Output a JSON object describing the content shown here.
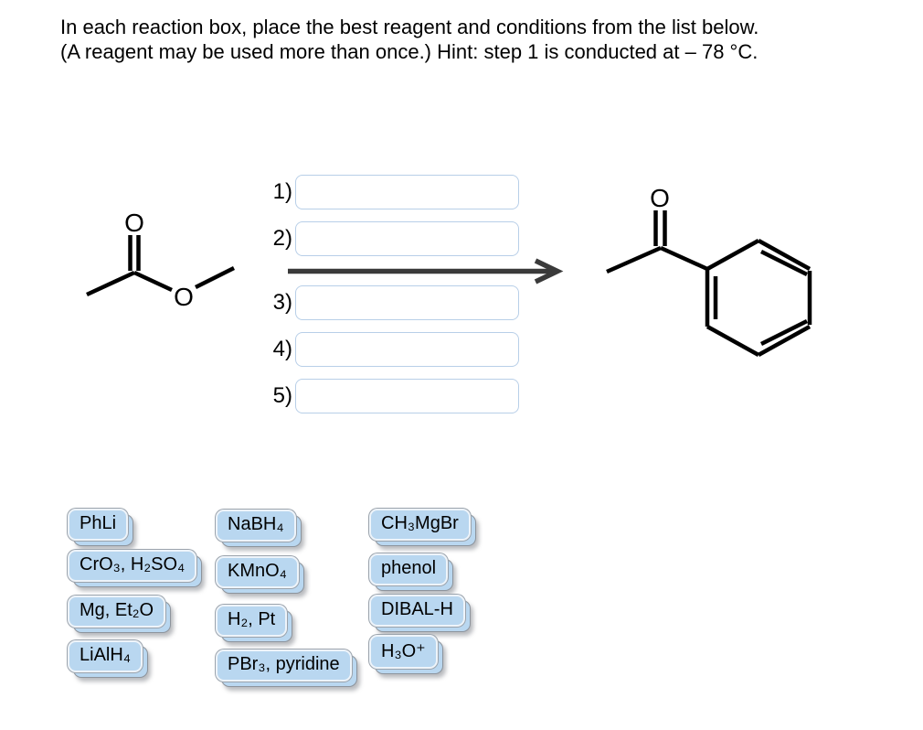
{
  "title": {
    "line1": "In each reaction box, place the best reagent and conditions from the list below.",
    "line2": "(A reagent may be used more than once.) Hint: step 1 is conducted at – 78 °C."
  },
  "reaction": {
    "steps": [
      {
        "label": "1)",
        "value": ""
      },
      {
        "label": "2)",
        "value": ""
      },
      {
        "label": "3)",
        "value": ""
      },
      {
        "label": "4)",
        "value": ""
      },
      {
        "label": "5)",
        "value": ""
      }
    ],
    "arrow": "right-arrow"
  },
  "molecules": {
    "reactant": {
      "name": "methyl-acetate-skeletal-structure",
      "carbonyl_o": "O",
      "ester_o": "O"
    },
    "product": {
      "name": "acetophenone-skeletal-structure",
      "carbonyl_o": "O"
    }
  },
  "reagents": [
    {
      "label": "PhLi"
    },
    {
      "label": "CrO₃, H₂SO₄"
    },
    {
      "label": "Mg, Et₂O"
    },
    {
      "label": "LiAlH₄"
    },
    {
      "label": "NaBH₄"
    },
    {
      "label": "KMnO₄"
    },
    {
      "label": "H₂, Pt"
    },
    {
      "label": "PBr₃, pyridine"
    },
    {
      "label": "CH₃MgBr"
    },
    {
      "label": "phenol"
    },
    {
      "label": "DIBAL-H"
    },
    {
      "label": "H₃O⁺"
    }
  ],
  "colors": {
    "chip_fill": "#b9d7f0",
    "chip_border": "#eef4fa",
    "chip_back_border": "#8d949c",
    "slot_border": "#b8cfe8",
    "arrow": "#3a3a3a",
    "text": "#000000"
  }
}
